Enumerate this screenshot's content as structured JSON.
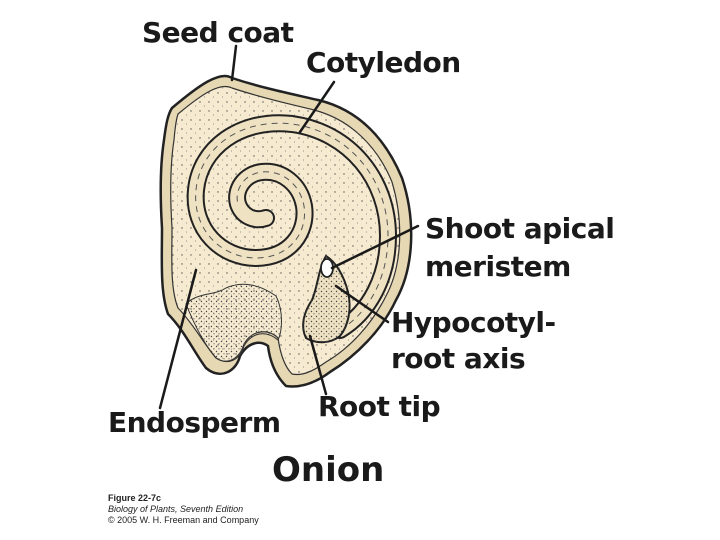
{
  "labels": {
    "seed_coat": "Seed coat",
    "cotyledon": "Cotyledon",
    "shoot_apical_meristem_line1": "Shoot apical",
    "shoot_apical_meristem_line2": "meristem",
    "hypocotyl_root_axis_line1": "Hypocotyl-",
    "hypocotyl_root_axis_line2": "root axis",
    "root_tip": "Root tip",
    "endosperm": "Endosperm"
  },
  "title": "Onion",
  "caption": {
    "figure": "Figure 22-7c",
    "book": "Biology of Plants, Seventh Edition",
    "copyright": "© 2005 W. H. Freeman and Company"
  },
  "colors": {
    "endosperm_fill": "#f6ead0",
    "cotyledon_fill": "#efe2c2",
    "seed_coat_fill": "#e7d8b4",
    "outline": "#222222"
  }
}
